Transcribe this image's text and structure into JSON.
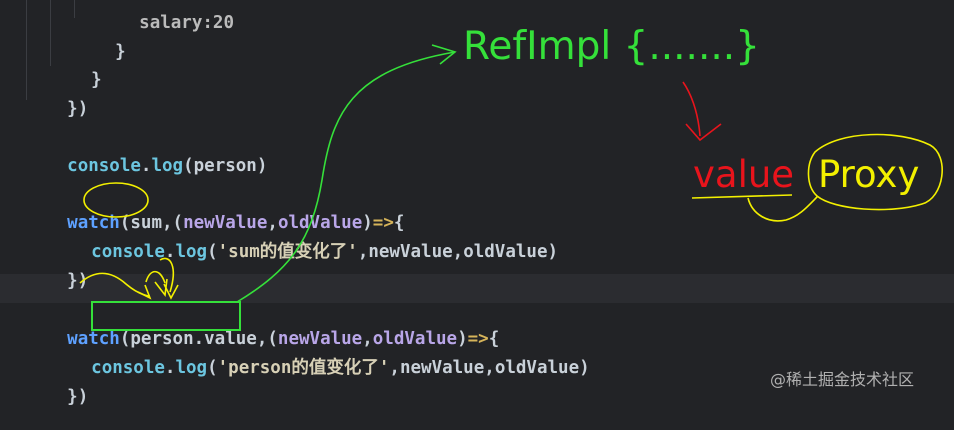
{
  "code": {
    "partial_line": {
      "text": "salary:20"
    },
    "line_brace_inner": {
      "text": "}"
    },
    "line_brace_outer": {
      "text": "}"
    },
    "line_close_obj": {
      "text": "})"
    },
    "line_console_person": {
      "object": "console",
      "dot": ".",
      "method": "log",
      "open": "(",
      "arg": "person",
      "close": ")"
    },
    "watch_sum": {
      "keyword": "watch",
      "open": "(",
      "source": "sum",
      "comma": ",",
      "cb_open": "(",
      "param1": "newValue",
      "sep": ",",
      "param2": "oldValue",
      "cb_close": ")",
      "arrow": "=>",
      "brace": "{"
    },
    "watch_sum_body": {
      "object": "console",
      "dot": ".",
      "method": "log",
      "open": "(",
      "string": "'sum的值变化了'",
      "sep1": ",",
      "arg1": "newValue",
      "sep2": ",",
      "arg2": "oldValue",
      "close": ")"
    },
    "watch_sum_close": {
      "text": "})"
    },
    "watch_person": {
      "keyword": "watch",
      "open": "(",
      "source": "person.value",
      "comma": ",",
      "cb_open": "(",
      "param1": "newValue",
      "sep": ",",
      "param2": "oldValue",
      "cb_close": ")",
      "arrow": "=>",
      "brace": "{"
    },
    "watch_person_body": {
      "object": "console",
      "dot": ".",
      "method": "log",
      "open": "(",
      "string": "'person的值变化了'",
      "sep1": ",",
      "arg1": "newValue",
      "sep2": ",",
      "arg2": "oldValue",
      "close": ")"
    },
    "watch_person_close": {
      "text": "})"
    }
  },
  "annotations": {
    "refimpl": "RefImpl {.......}",
    "value": "value",
    "proxy": "Proxy"
  },
  "watermark": "@稀土掘金技术社区",
  "colors": {
    "background": "#222326",
    "annotation_green": "#35e03a",
    "annotation_red": "#e8141c",
    "annotation_yellow": "#f3f000"
  }
}
